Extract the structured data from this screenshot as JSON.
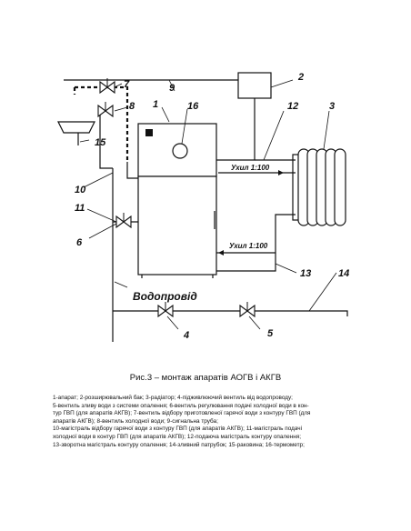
{
  "callouts": {
    "n1": "1",
    "n2": "2",
    "n3": "3",
    "n4": "4",
    "n5": "5",
    "n6": "6",
    "n7": "7",
    "n8": "8",
    "n9": "9",
    "n10": "10",
    "n11": "11",
    "n12": "12",
    "n13": "13",
    "n14": "14",
    "n15": "15",
    "n16": "16"
  },
  "slope_upper": "Ухил 1:100",
  "slope_lower": "Ухил 1:100",
  "water_supply": "Водопровід",
  "caption": "Рис.3 – монтаж апаратів АОГВ і АКГВ",
  "legend": [
    "1-апарат; 2-розширювальний бак; 3-радіатор; 4-підживлюючий вентиль від водопроводу;",
    "5-вентиль зливу води з системи опалення; 6-вентиль регулювання подачі холодної води в кон-",
    "тур ГВП (для апаратів АКГВ); 7-вентиль відбору приготовленої гарячої води з контуру ГВП (для",
    "апаратів АКГВ); 8-вентиль холодної води; 9-сигнальна труба;",
    "10-магістраль відбору гарячої води з контуру ГВП (для апаратів АКГВ); 11-магістраль подачі",
    "холодної води в контур ГВП (для апаратів АКГВ); 12-подаюча магістраль контуру опалення;",
    "13-зворотна магістраль контуру опалення; 14-зливний патрубок; 15-раковина; 16-термометр;"
  ]
}
